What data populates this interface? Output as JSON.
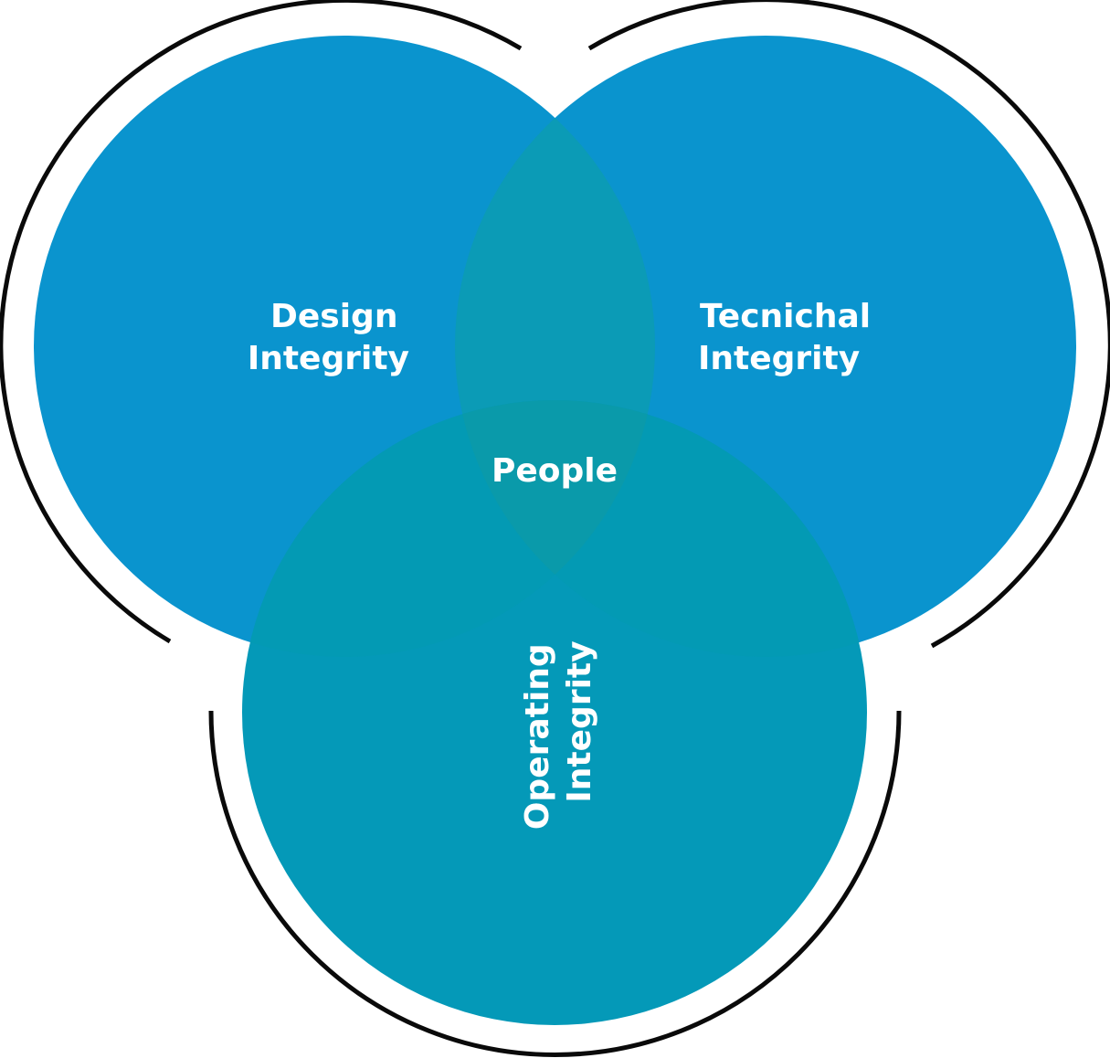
{
  "diagram": {
    "colors": {
      "circle_blue": "#0a94ce",
      "circle_teal": "#0499b0",
      "overlap_teal": "#0a9aaa",
      "outline": "#0a0a0a",
      "label_text": "#ffffff"
    },
    "circles": {
      "design": {
        "line1": "Design",
        "line2": "Integrity"
      },
      "technical": {
        "line1": "Tecnichal",
        "line2": "Integrity"
      },
      "operating": {
        "line1": "Operating",
        "line2": "Integrity"
      }
    },
    "center_label": "People"
  }
}
